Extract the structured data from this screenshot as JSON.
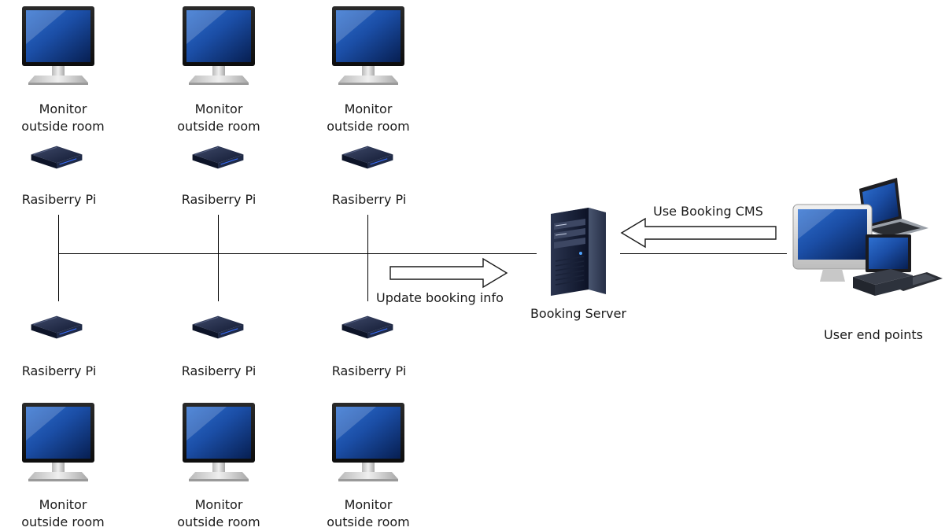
{
  "diagram": {
    "monitor_label": [
      "Monitor",
      "outside room"
    ],
    "pi_label": "Rasiberry Pi",
    "server_label": "Booking Server",
    "endpoints_label": "User end points",
    "arrow_update_label": "Update booking info",
    "arrow_cms_label": "Use Booking CMS"
  }
}
